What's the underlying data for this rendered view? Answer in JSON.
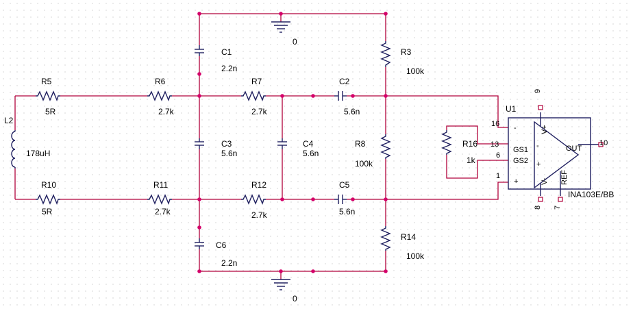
{
  "ground_label": "0",
  "ground_label_bottom": "0",
  "inductor": {
    "ref": "L2",
    "value": "178uH"
  },
  "resistors": {
    "R5": {
      "ref": "R5",
      "value": "5R"
    },
    "R6": {
      "ref": "R6",
      "value": "2.7k"
    },
    "R7": {
      "ref": "R7",
      "value": "2.7k"
    },
    "R3": {
      "ref": "R3",
      "value": "100k"
    },
    "R8": {
      "ref": "R8",
      "value": "100k"
    },
    "R10": {
      "ref": "R10",
      "value": "5R"
    },
    "R11": {
      "ref": "R11",
      "value": "2.7k"
    },
    "R12": {
      "ref": "R12",
      "value": "2.7k"
    },
    "R14": {
      "ref": "R14",
      "value": "100k"
    },
    "R16": {
      "ref": "R16",
      "value": "1k"
    }
  },
  "capacitors": {
    "C1": {
      "ref": "C1",
      "value": "2.2n"
    },
    "C2": {
      "ref": "C2",
      "value": "5.6n"
    },
    "C3": {
      "ref": "C3",
      "value": "5.6n"
    },
    "C4": {
      "ref": "C4",
      "value": "5.6n"
    },
    "C5": {
      "ref": "C5",
      "value": "5.6n"
    },
    "C6": {
      "ref": "C6",
      "value": "2.2n"
    }
  },
  "amplifier": {
    "ref": "U1",
    "part": "INA103E/BB",
    "pin_minus": "-",
    "pin_plus": "+",
    "gs1": "GS1",
    "gs2": "GS2",
    "out": "OUT",
    "ref_pin": "REF",
    "vplus": "V+",
    "vminus": "V-",
    "pin_numbers": {
      "p16": "16",
      "p13": "13",
      "p6": "6",
      "p1": "1",
      "p9": "9",
      "p10": "10",
      "p8": "8",
      "p7": "7"
    }
  }
}
